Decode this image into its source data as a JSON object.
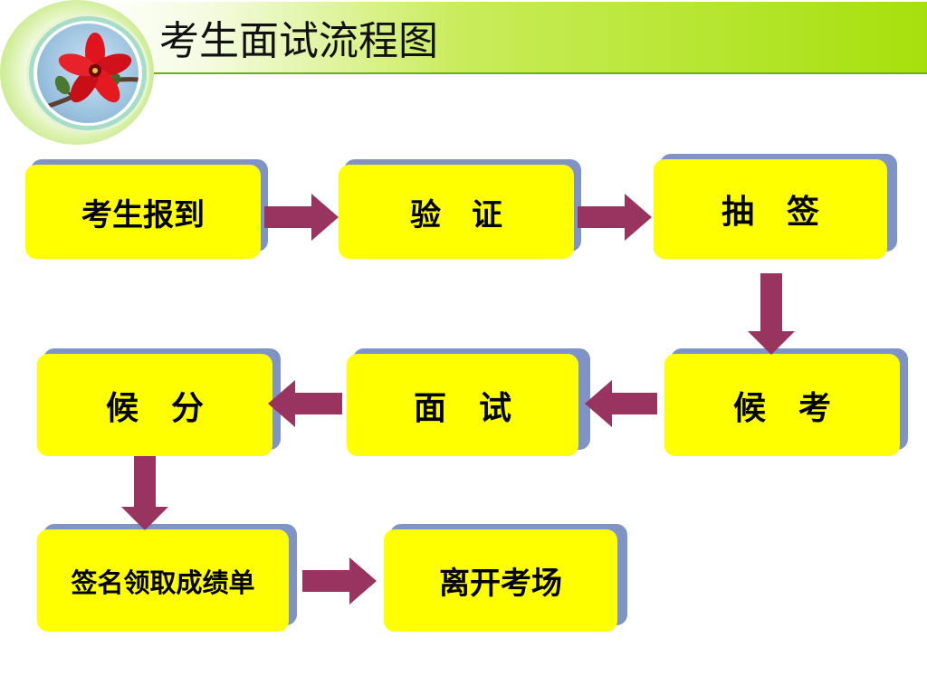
{
  "title": "考生面试流程图",
  "colors": {
    "box_fill": "#ffff00",
    "box_shadow": "#7f93c6",
    "arrow": "#99335f",
    "header_accent": "#a6e00c"
  },
  "logo": {
    "icon": "red-flower-icon"
  },
  "flow": {
    "steps": [
      {
        "id": "report",
        "label": "考生报到"
      },
      {
        "id": "verify",
        "label": "验　证"
      },
      {
        "id": "draw",
        "label": "抽　签"
      },
      {
        "id": "wait_exam",
        "label": "候　考"
      },
      {
        "id": "interview",
        "label": "面　试"
      },
      {
        "id": "wait_score",
        "label": "候　分"
      },
      {
        "id": "sign_score",
        "label": "签名领取成绩单"
      },
      {
        "id": "leave",
        "label": "离开考场"
      }
    ],
    "connections": [
      [
        "report",
        "verify"
      ],
      [
        "verify",
        "draw"
      ],
      [
        "draw",
        "wait_exam"
      ],
      [
        "wait_exam",
        "interview"
      ],
      [
        "interview",
        "wait_score"
      ],
      [
        "wait_score",
        "sign_score"
      ],
      [
        "sign_score",
        "leave"
      ]
    ]
  }
}
